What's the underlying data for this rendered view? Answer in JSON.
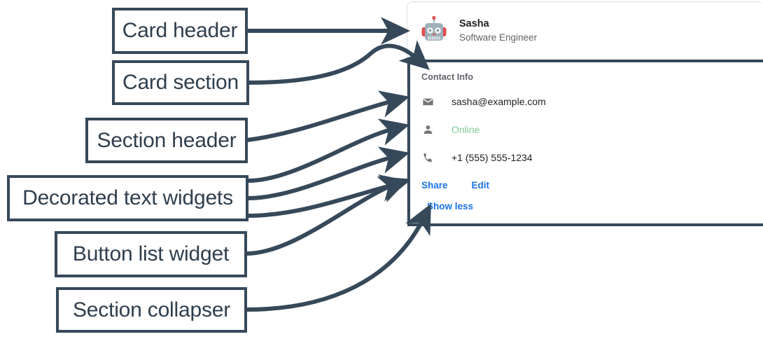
{
  "annotations": [
    {
      "id": "card-header",
      "label": "Card header"
    },
    {
      "id": "card-section",
      "label": "Card section"
    },
    {
      "id": "section-header",
      "label": "Section header"
    },
    {
      "id": "decorated-text",
      "label": "Decorated text widgets"
    },
    {
      "id": "button-list",
      "label": "Button list widget"
    },
    {
      "id": "section-collapser",
      "label": "Section collapser"
    }
  ],
  "card": {
    "header": {
      "avatar_icon": "robot-avatar-icon",
      "title": "Sasha",
      "subtitle": "Software Engineer"
    },
    "section": {
      "header": "Contact Info",
      "text_widgets": [
        {
          "icon": "email-icon",
          "text": "sasha@example.com",
          "color": "#202124"
        },
        {
          "icon": "person-icon",
          "text": "Online",
          "color": "#81c995"
        },
        {
          "icon": "phone-icon",
          "text": "+1 (555) 555-1234",
          "color": "#202124"
        }
      ],
      "buttons": [
        {
          "label": "Share"
        },
        {
          "label": "Edit"
        }
      ],
      "collapser": {
        "label": "Show less"
      }
    }
  },
  "colors": {
    "annotation_stroke": "#36495a",
    "link_blue": "#1a73e8",
    "status_green": "#81c995",
    "icon_gray": "#757575",
    "muted_text": "#5f6368",
    "card_border": "#dadce0"
  }
}
